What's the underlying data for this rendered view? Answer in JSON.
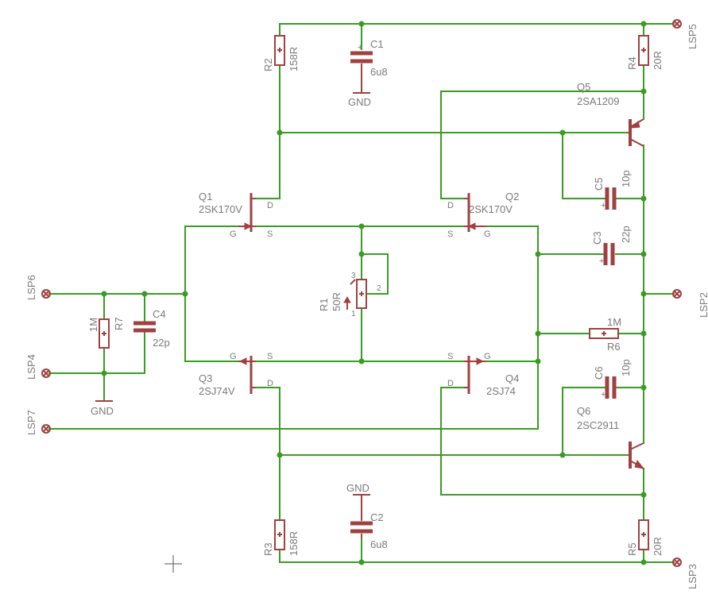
{
  "colors": {
    "wire": "#3a9d23",
    "part": "#a04040",
    "text": "#7a7a7a"
  },
  "resistors": {
    "R1": {
      "name": "R1",
      "value": "50R"
    },
    "R2": {
      "name": "R2",
      "value": "158R"
    },
    "R3": {
      "name": "R3",
      "value": "158R"
    },
    "R4": {
      "name": "R4",
      "value": "20R"
    },
    "R5": {
      "name": "R5",
      "value": "20R"
    },
    "R6": {
      "name": "R6",
      "value": "1M"
    },
    "R7": {
      "name": "R7",
      "value": "1M"
    }
  },
  "capacitors": {
    "C1": {
      "name": "C1",
      "value": "6u8"
    },
    "C2": {
      "name": "C2",
      "value": "6u8"
    },
    "C3": {
      "name": "C3",
      "value": "22p"
    },
    "C4": {
      "name": "C4",
      "value": "22p"
    },
    "C5": {
      "name": "C5",
      "value": "10p"
    },
    "C6": {
      "name": "C6",
      "value": "10p"
    }
  },
  "transistors": {
    "Q1": {
      "name": "Q1",
      "value": "2SK170V"
    },
    "Q2": {
      "name": "Q2",
      "value": "2SK170V"
    },
    "Q3": {
      "name": "Q3",
      "value": "2SJ74V"
    },
    "Q4": {
      "name": "Q4",
      "value": "2SJ74"
    },
    "Q5": {
      "name": "Q5",
      "value": "2SA1209"
    },
    "Q6": {
      "name": "Q6",
      "value": "2SC2911"
    }
  },
  "connectors": {
    "lsp2": "LSP2",
    "lsp3": "LSP3",
    "lsp4": "LSP4",
    "lsp5": "LSP5",
    "lsp6": "LSP6",
    "lsp7": "LSP7"
  },
  "gnd": {
    "label": "GND"
  },
  "pins": {
    "d": "D",
    "g": "G",
    "s": "S",
    "p1": "1",
    "p2": "2",
    "p3": "3"
  }
}
